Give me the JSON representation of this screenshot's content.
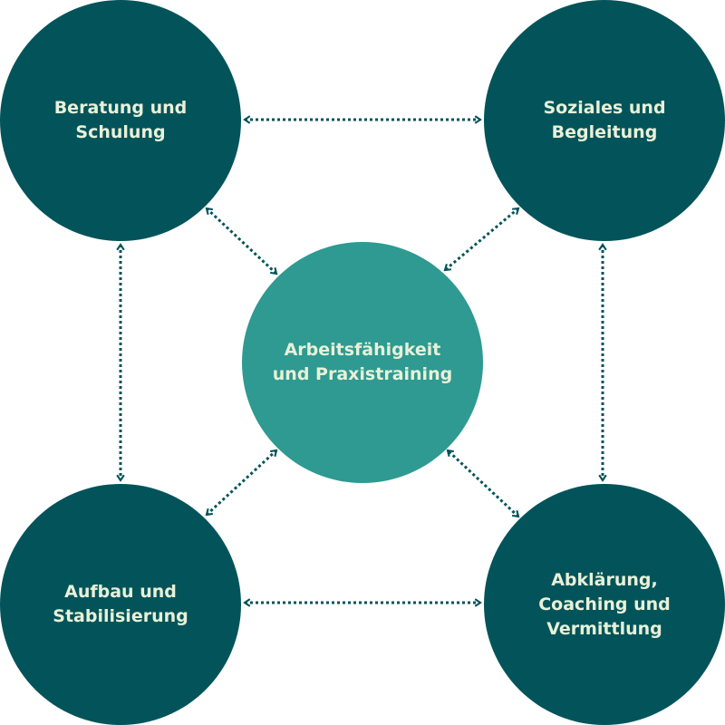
{
  "nodes": {
    "top_left": "Beratung und\nSchulung",
    "top_right": "Soziales und\nBegleitung",
    "center": "Arbeitsfähigkeit\nund Praxistraining",
    "bottom_left": "Aufbau und\nStabilisierung",
    "bottom_right": "Abklärung,\nCoaching und\nVermittlung"
  },
  "colors": {
    "outer": "#03545a",
    "center": "#2e9a91",
    "text": "#e8f1d8",
    "arrow": "#03545a"
  }
}
